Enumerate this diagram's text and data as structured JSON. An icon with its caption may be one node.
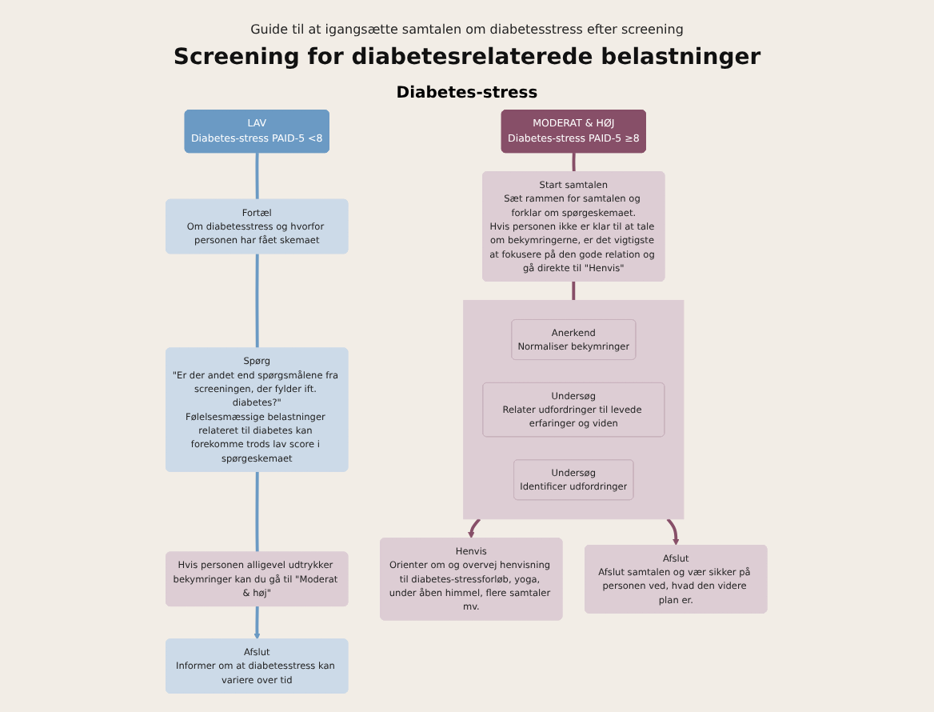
{
  "diagram": {
    "title": "Screening for diabetesrelaterede belastninger",
    "nodes": [
      {
        "text": [
          "LAV",
          "Diabetes-stress PAID-5 <8"
        ]
      },
      {
        "text": [
          "Fortæl",
          "Om diabetesstress og hvorfor personen har fået skemaet"
        ]
      },
      {
        "text": [
          "Spørg",
          "\"Er der andet end spørgsmålene fra screeningen, der fylder ift. diabetes?\"",
          "Følelsesmæssige belastninger relateret til diabetes kan forekomme trods lav score i spørgeskemaet"
        ]
      },
      {
        "text": [
          "Hvis personen alligevel udtrykker bekymringer kan du gå til \"Moderat & høj\""
        ]
      },
      {
        "text": [
          "Afslut",
          "Informer om at diabetesstress kan variere over tid"
        ]
      },
      {
        "text": [
          "MODERAT & HØJ",
          "Diabetes-stress PAID-5 ≥8"
        ]
      },
      {
        "text": [
          "Start samtalen",
          "Sæt rammen for samtalen og forklar om spørgeskemaet.",
          "Hvis personen ikke er klar til at tale om bekymringerne, er det vigtigste at fokusere på den gode relation og gå direkte til \"Henvis\""
        ]
      },
      {
        "text": [],
        "shape": "box"
      },
      {
        "text": [
          "Anerkend",
          "Normaliser bekymringer"
        ],
        "in": 7
      },
      {
        "text": [
          "Undersøg",
          "Relater udfordringer til levede erfaringer og viden"
        ],
        "in": 7
      },
      {
        "text": [
          "Undersøg",
          "Identificer udfordringer"
        ],
        "in": 7
      },
      {
        "text": [
          "Henvis",
          "Orienter om og overvej henvisning til diabetes-stressforløb, yoga, under åben himmel, flere samtaler mv."
        ]
      },
      {
        "text": [
          "Afslut",
          "Afslut samtalen og vær sikker på personen ved, hvad den videre plan er."
        ]
      }
    ],
    "edges": [
      {
        "from": 0,
        "to": 1,
        "arrow": "none"
      },
      {
        "from": 1,
        "to": 2,
        "arrow": "none"
      },
      {
        "from": 2,
        "to": 3,
        "arrow": "none"
      },
      {
        "from": 3,
        "to": 4,
        "arrow": "to"
      },
      {
        "from": 5,
        "to": 6,
        "arrow": "none",
        "color": "#874f68"
      },
      {
        "from": 6,
        "to": 7,
        "arrow": "none",
        "color": "#874f68"
      },
      {
        "from": 7,
        "to": 11,
        "arrow": "to",
        "color": "#874f68"
      },
      {
        "from": 7,
        "to": 12,
        "arrow": "to",
        "color": "#874f68"
      }
    ],
    "labels": [
      "Guide til at igangsætte samtalen om diabetesstress efter screening",
      "Diabetes-stress"
    ]
  }
}
